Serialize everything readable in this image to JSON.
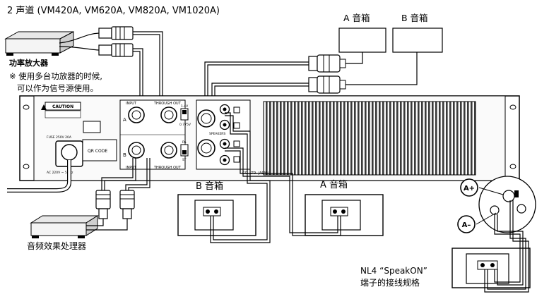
{
  "diagram": {
    "title": "2 声道 (VM420A, VM620A, VM820A, VM1020A)",
    "power_amp_label": "功率放大器",
    "note": "※ 使用多台功放器的时候,\n   可以作为信号源使用。",
    "processor_label": "音频效果处理器",
    "speaker_a_top": "A 音箱",
    "speaker_b_top": "B 音箱",
    "speaker_b_bottom": "B 音箱",
    "speaker_a_bottom": "A 音箱",
    "nl4_caption": "NL4 “SpeakON”\n端子的接线规格",
    "connector_pos": "A+",
    "connector_neg": "A–",
    "panel": {
      "caution": "CAUTION",
      "input_top": "INPUT",
      "through_out_top": "THROUGH OUT",
      "input_bottom": "INPUT",
      "through_out_bottom": "THROUGH OUT",
      "channel_a": "A",
      "channel_b": "B",
      "qr": "QR CODE",
      "fuse": "FUSE 250V 20A",
      "ac": "AC 220V ~ 50Hz",
      "sens_1": "1.4V",
      "sens_2": "0.775V",
      "mode_1": "PA",
      "mode_2": "ST",
      "speakers": "SPEAKERS",
      "maker": "CO.,LTD. JAPAN"
    }
  }
}
